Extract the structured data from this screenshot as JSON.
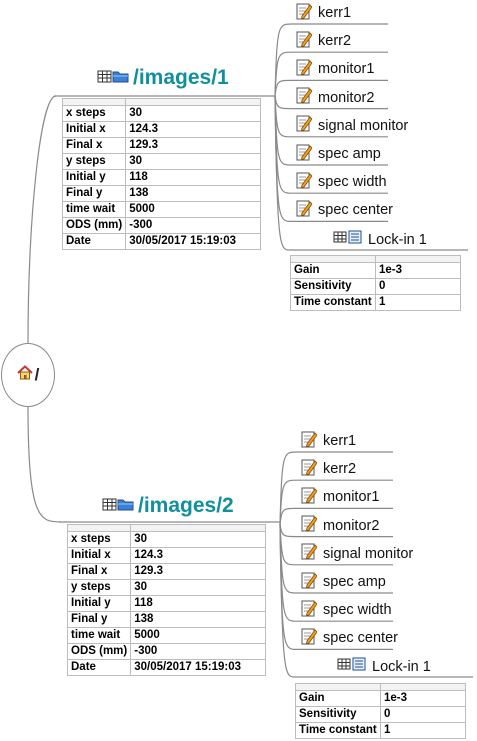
{
  "root": {
    "label": "/"
  },
  "groups": [
    {
      "title": "/images/1",
      "params": [
        {
          "k": "x steps",
          "v": "30"
        },
        {
          "k": "Initial x",
          "v": "124.3"
        },
        {
          "k": "Final x",
          "v": "129.3"
        },
        {
          "k": "y steps",
          "v": "30"
        },
        {
          "k": "Initial y",
          "v": "118"
        },
        {
          "k": "Final y",
          "v": "138"
        },
        {
          "k": "time wait",
          "v": "5000"
        },
        {
          "k": "ODS (mm)",
          "v": "-300"
        },
        {
          "k": "Date",
          "v": "30/05/2017 15:19:03"
        }
      ],
      "leaves": [
        "kerr1",
        "kerr2",
        "monitor1",
        "monitor2",
        "signal monitor",
        "spec amp",
        "spec width",
        "spec center"
      ],
      "lockin": {
        "title": "Lock-in 1",
        "params": [
          {
            "k": "Gain",
            "v": "1e-3"
          },
          {
            "k": "Sensitivity",
            "v": "0"
          },
          {
            "k": "Time constant",
            "v": "1"
          }
        ]
      }
    },
    {
      "title": "/images/2",
      "params": [
        {
          "k": "x steps",
          "v": "30"
        },
        {
          "k": "Initial x",
          "v": "124.3"
        },
        {
          "k": "Final x",
          "v": "129.3"
        },
        {
          "k": "y steps",
          "v": "30"
        },
        {
          "k": "Initial y",
          "v": "118"
        },
        {
          "k": "Final y",
          "v": "138"
        },
        {
          "k": "time wait",
          "v": "5000"
        },
        {
          "k": "ODS (mm)",
          "v": "-300"
        },
        {
          "k": "Date",
          "v": "30/05/2017 15:19:03"
        }
      ],
      "leaves": [
        "kerr1",
        "kerr2",
        "monitor1",
        "monitor2",
        "signal monitor",
        "spec amp",
        "spec width",
        "spec center"
      ],
      "lockin": {
        "title": "Lock-in 1",
        "params": [
          {
            "k": "Gain",
            "v": "1e-3"
          },
          {
            "k": "Sensitivity",
            "v": "0"
          },
          {
            "k": "Time constant",
            "v": "1"
          }
        ]
      }
    }
  ],
  "icons": {
    "root": "home-icon",
    "group": "folder-grid-icon",
    "leaf": "document-pencil-icon",
    "lockin": "table-list-icon"
  },
  "colors": {
    "group_title": "#10909c",
    "connector": "#8a8a8a"
  }
}
